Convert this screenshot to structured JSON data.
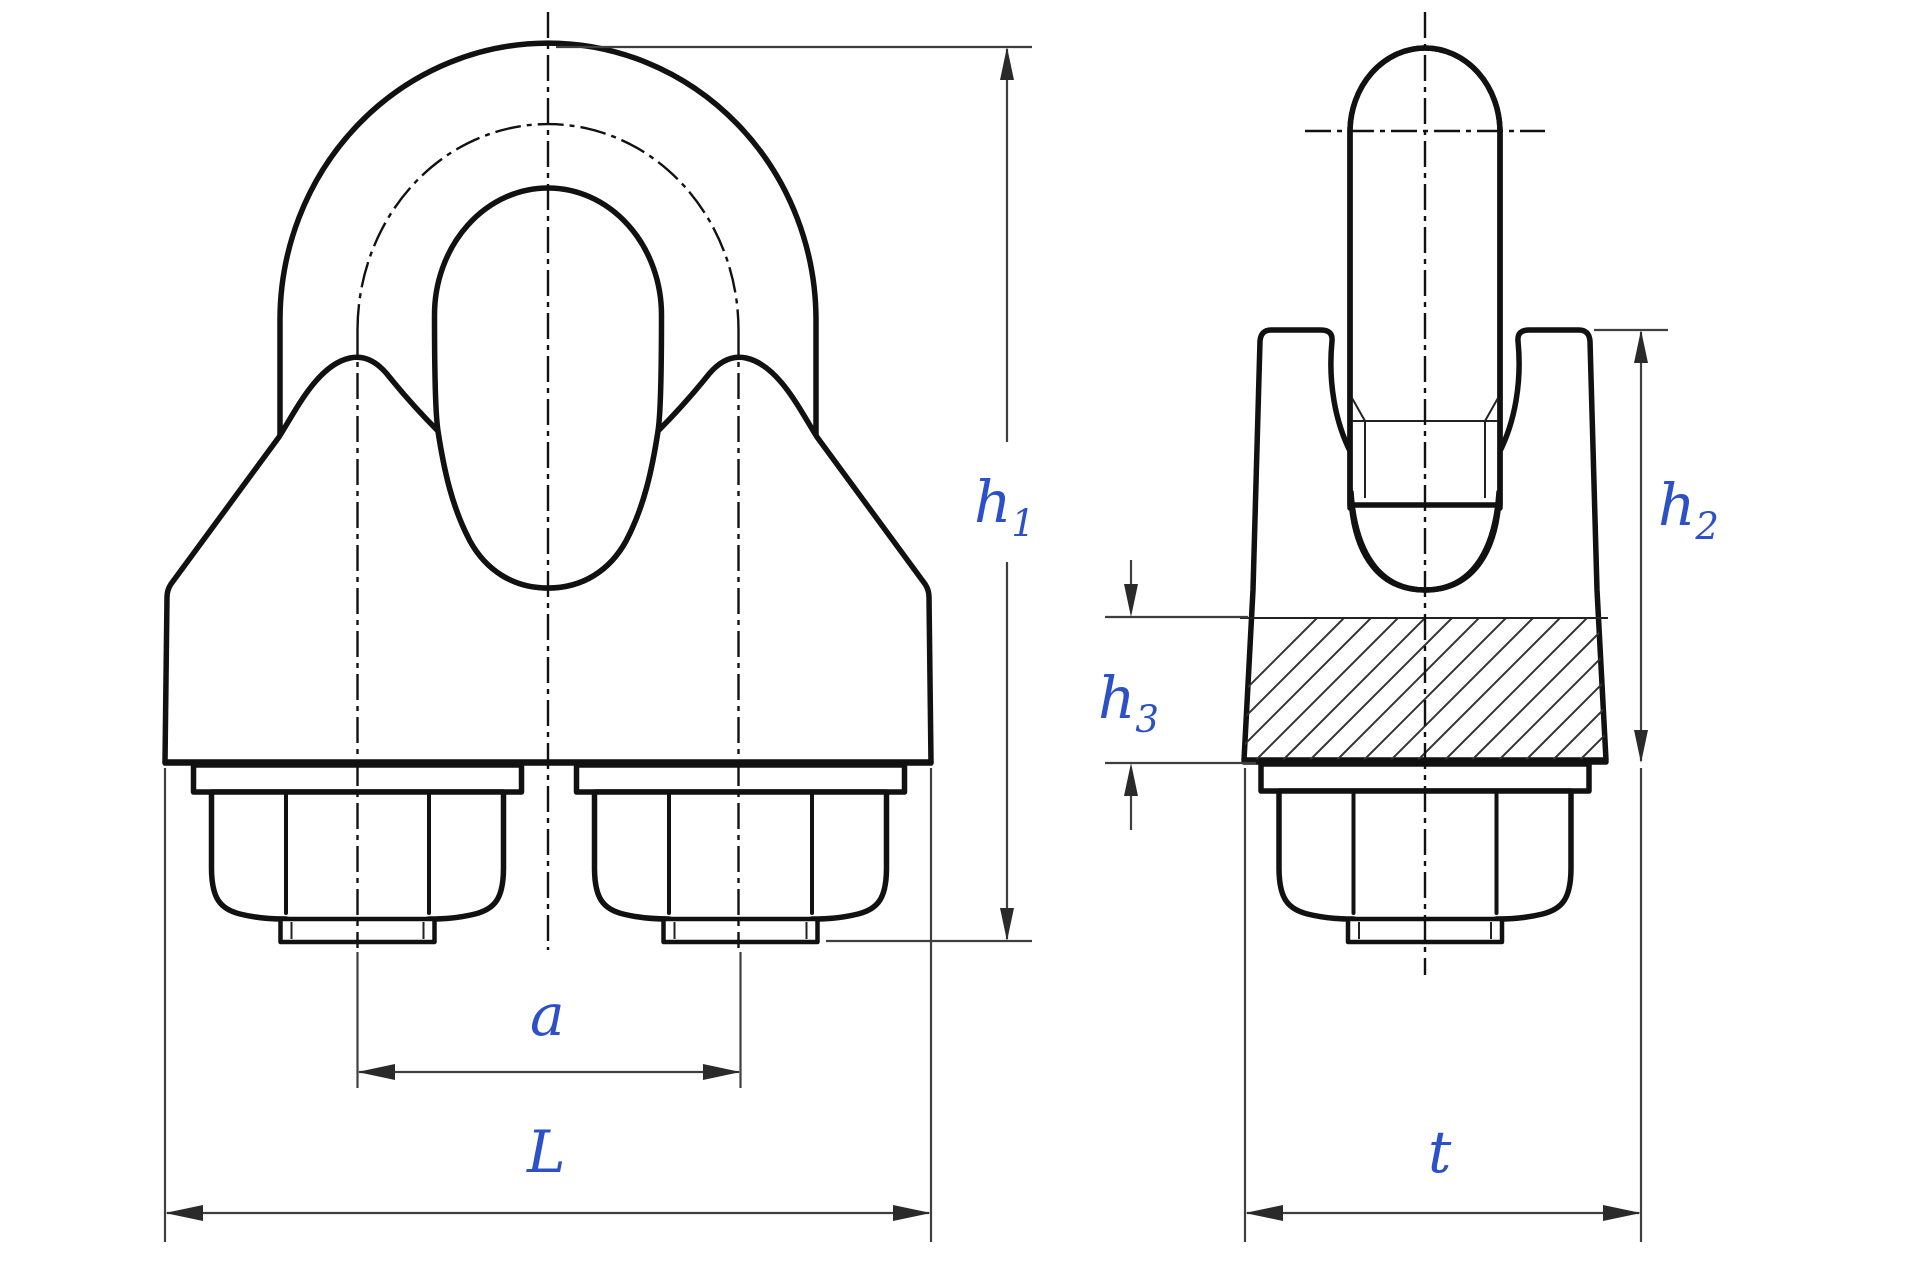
{
  "drawing": {
    "title": "Wire rope clip dimension drawing (front and side views)",
    "colors": {
      "line": "#111111",
      "dimension_line": "#3f3f3f",
      "label": "#2b50c8",
      "background": "#ffffff"
    },
    "views": {
      "front_name": "front-view",
      "side_name": "side-view"
    },
    "dimensions": {
      "h1": {
        "main": "h",
        "sub": "1"
      },
      "h2": {
        "main": "h",
        "sub": "2"
      },
      "h3": {
        "main": "h",
        "sub": "3"
      },
      "a": {
        "main": "a",
        "sub": ""
      },
      "L": {
        "main": "L",
        "sub": ""
      },
      "t": {
        "main": "t",
        "sub": ""
      }
    }
  }
}
